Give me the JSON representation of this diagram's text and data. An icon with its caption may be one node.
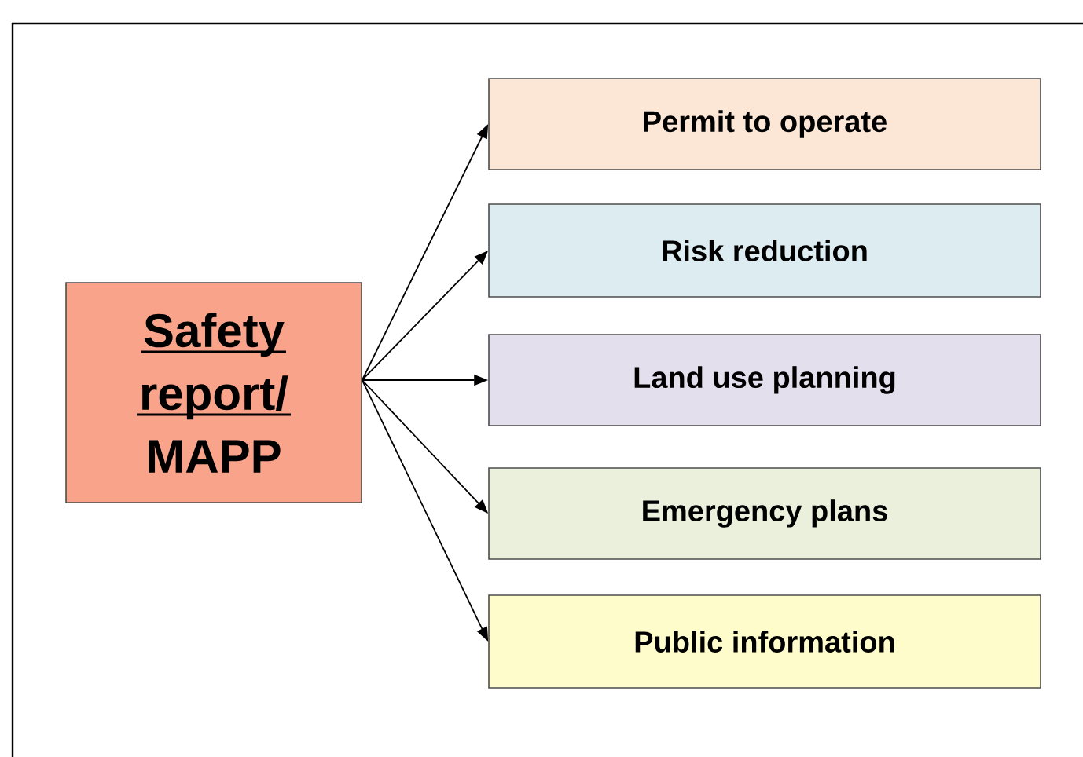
{
  "diagram": {
    "nodes": [
      {
        "text": [
          "Safety report/",
          "MAPP"
        ]
      },
      {
        "text": [
          "Permit to operate"
        ]
      },
      {
        "text": [
          "Risk reduction"
        ]
      },
      {
        "text": [
          "Land use planning"
        ]
      },
      {
        "text": [
          "Emergency plans"
        ]
      },
      {
        "text": [
          "Public information"
        ]
      }
    ],
    "edges": [
      {
        "from": 0,
        "to": 1,
        "arrow": "to"
      },
      {
        "from": 0,
        "to": 2,
        "arrow": "to"
      },
      {
        "from": 0,
        "to": 3,
        "arrow": "to"
      },
      {
        "from": 0,
        "to": 4,
        "arrow": "to"
      },
      {
        "from": 0,
        "to": 5,
        "arrow": "to"
      }
    ]
  }
}
